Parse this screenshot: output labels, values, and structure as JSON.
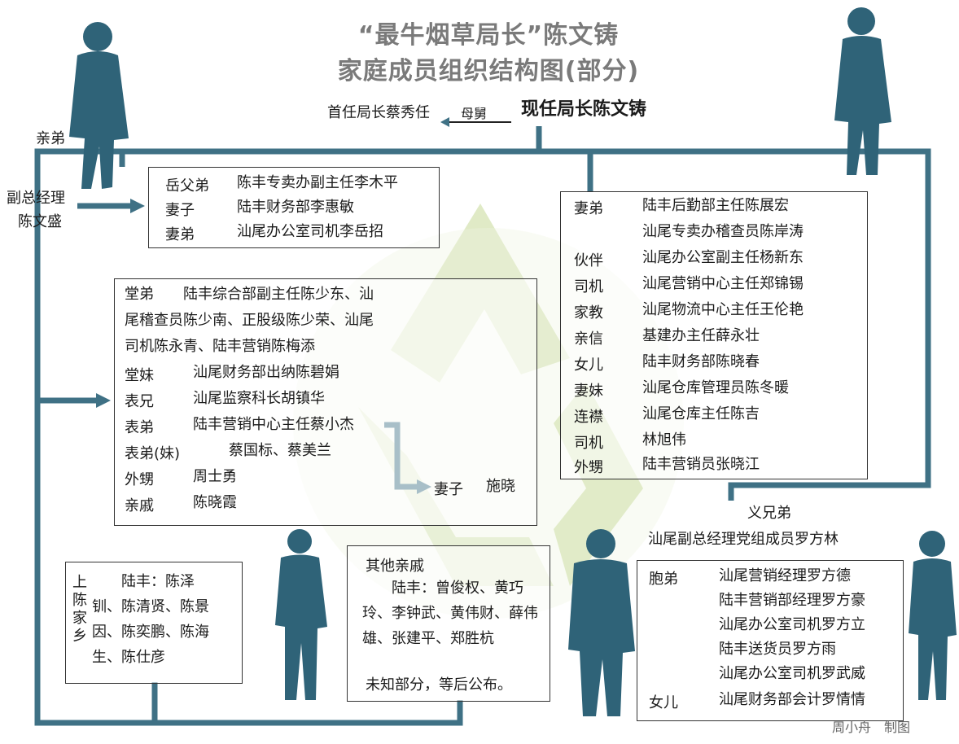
{
  "title_line1": "“最牛烟草局长”陈文铸",
  "title_line2": "家庭成员组织结构图(部分)",
  "top": {
    "former_director": "首任局长蔡秀任",
    "relation": "母舅",
    "current_director": "现任局长陈文铸"
  },
  "brother": {
    "relation": "亲弟",
    "role": "副总经理",
    "name": "陈文盛"
  },
  "box_top_left": [
    {
      "rel": "岳父弟",
      "desc": "陈丰专卖办副主任李木平"
    },
    {
      "rel": "妻子",
      "desc": "陆丰财务部李惠敏"
    },
    {
      "rel": "妻弟",
      "desc": "汕尾办公室司机李岳招"
    }
  ],
  "box_middle": {
    "cousin_lines": [
      "堂弟　　陆丰综合部副主任陈少东、汕",
      "尾稽查员陈少南、正股级陈少荣、汕尾",
      "司机陈永青、陆丰营销陈梅添"
    ],
    "rows": [
      {
        "rel": "堂妹",
        "desc": "汕尾财务部出纳陈碧娟"
      },
      {
        "rel": "表兄",
        "desc": "汕尾监察科长胡镇华"
      },
      {
        "rel": "表弟",
        "desc": "陆丰营销中心主任蔡小杰"
      },
      {
        "rel": "表弟(妹)",
        "desc": "蔡国标、蔡美兰"
      },
      {
        "rel": "外甥",
        "desc": "周士勇"
      },
      {
        "rel": "亲戚",
        "desc": "陈晓霞"
      }
    ],
    "wife_rel": "妻子",
    "wife_name": "施晓"
  },
  "box_right": [
    {
      "rel": "妻弟",
      "desc": "陆丰后勤部主任陈展宏"
    },
    {
      "rel": "",
      "desc": "汕尾专卖办稽查员陈岸涛"
    },
    {
      "rel": "伙伴",
      "desc": "汕尾办公室副主任杨新东"
    },
    {
      "rel": "司机",
      "desc": "汕尾营销中心主任郑锦锡"
    },
    {
      "rel": "家教",
      "desc": "汕尾物流中心主任王伦艳"
    },
    {
      "rel": "亲信",
      "desc": "基建办主任薛永壮"
    },
    {
      "rel": "女儿",
      "desc": "陆丰财务部陈晓春"
    },
    {
      "rel": "妻妹",
      "desc": "汕尾仓库管理员陈冬暖"
    },
    {
      "rel": "连襟",
      "desc": "汕尾仓库主任陈吉"
    },
    {
      "rel": "司机",
      "desc": "林旭伟"
    },
    {
      "rel": "外甥",
      "desc": "陆丰营销员张晓江"
    }
  ],
  "sworn_brother": {
    "relation": "义兄弟",
    "desc": "汕尾副总经理党组成员罗方林"
  },
  "box_bottom_right": [
    {
      "rel": "胞弟",
      "desc": "汕尾营销经理罗方德"
    },
    {
      "rel": "",
      "desc": "陆丰营销部经理罗方豪"
    },
    {
      "rel": "",
      "desc": "汕尾办公室司机罗方立"
    },
    {
      "rel": "",
      "desc": "陆丰送货员罗方雨"
    },
    {
      "rel": "",
      "desc": "汕尾办公室司机罗武威"
    },
    {
      "rel": "女儿",
      "desc": "汕尾财务部会计罗情情"
    }
  ],
  "box_village": {
    "label": "上陈家乡",
    "lines": [
      "　　陆丰：陈泽",
      "钏、陈清贤、陈景",
      "因、陈奕鹏、陈海",
      "生、陈仕彦"
    ]
  },
  "box_other": {
    "heading": "其他亲戚",
    "lines": [
      "　　陆丰：曾俊权、黄巧",
      "玲、李钟武、黄伟财、薛伟",
      "雄、张建平、郑胜杭"
    ],
    "note": "未知部分，等后公布。"
  },
  "credit": "周小舟　制图",
  "colors": {
    "line": "#3f7185",
    "silhouette": "#2f6378",
    "watermark": "#d6e4b4"
  }
}
